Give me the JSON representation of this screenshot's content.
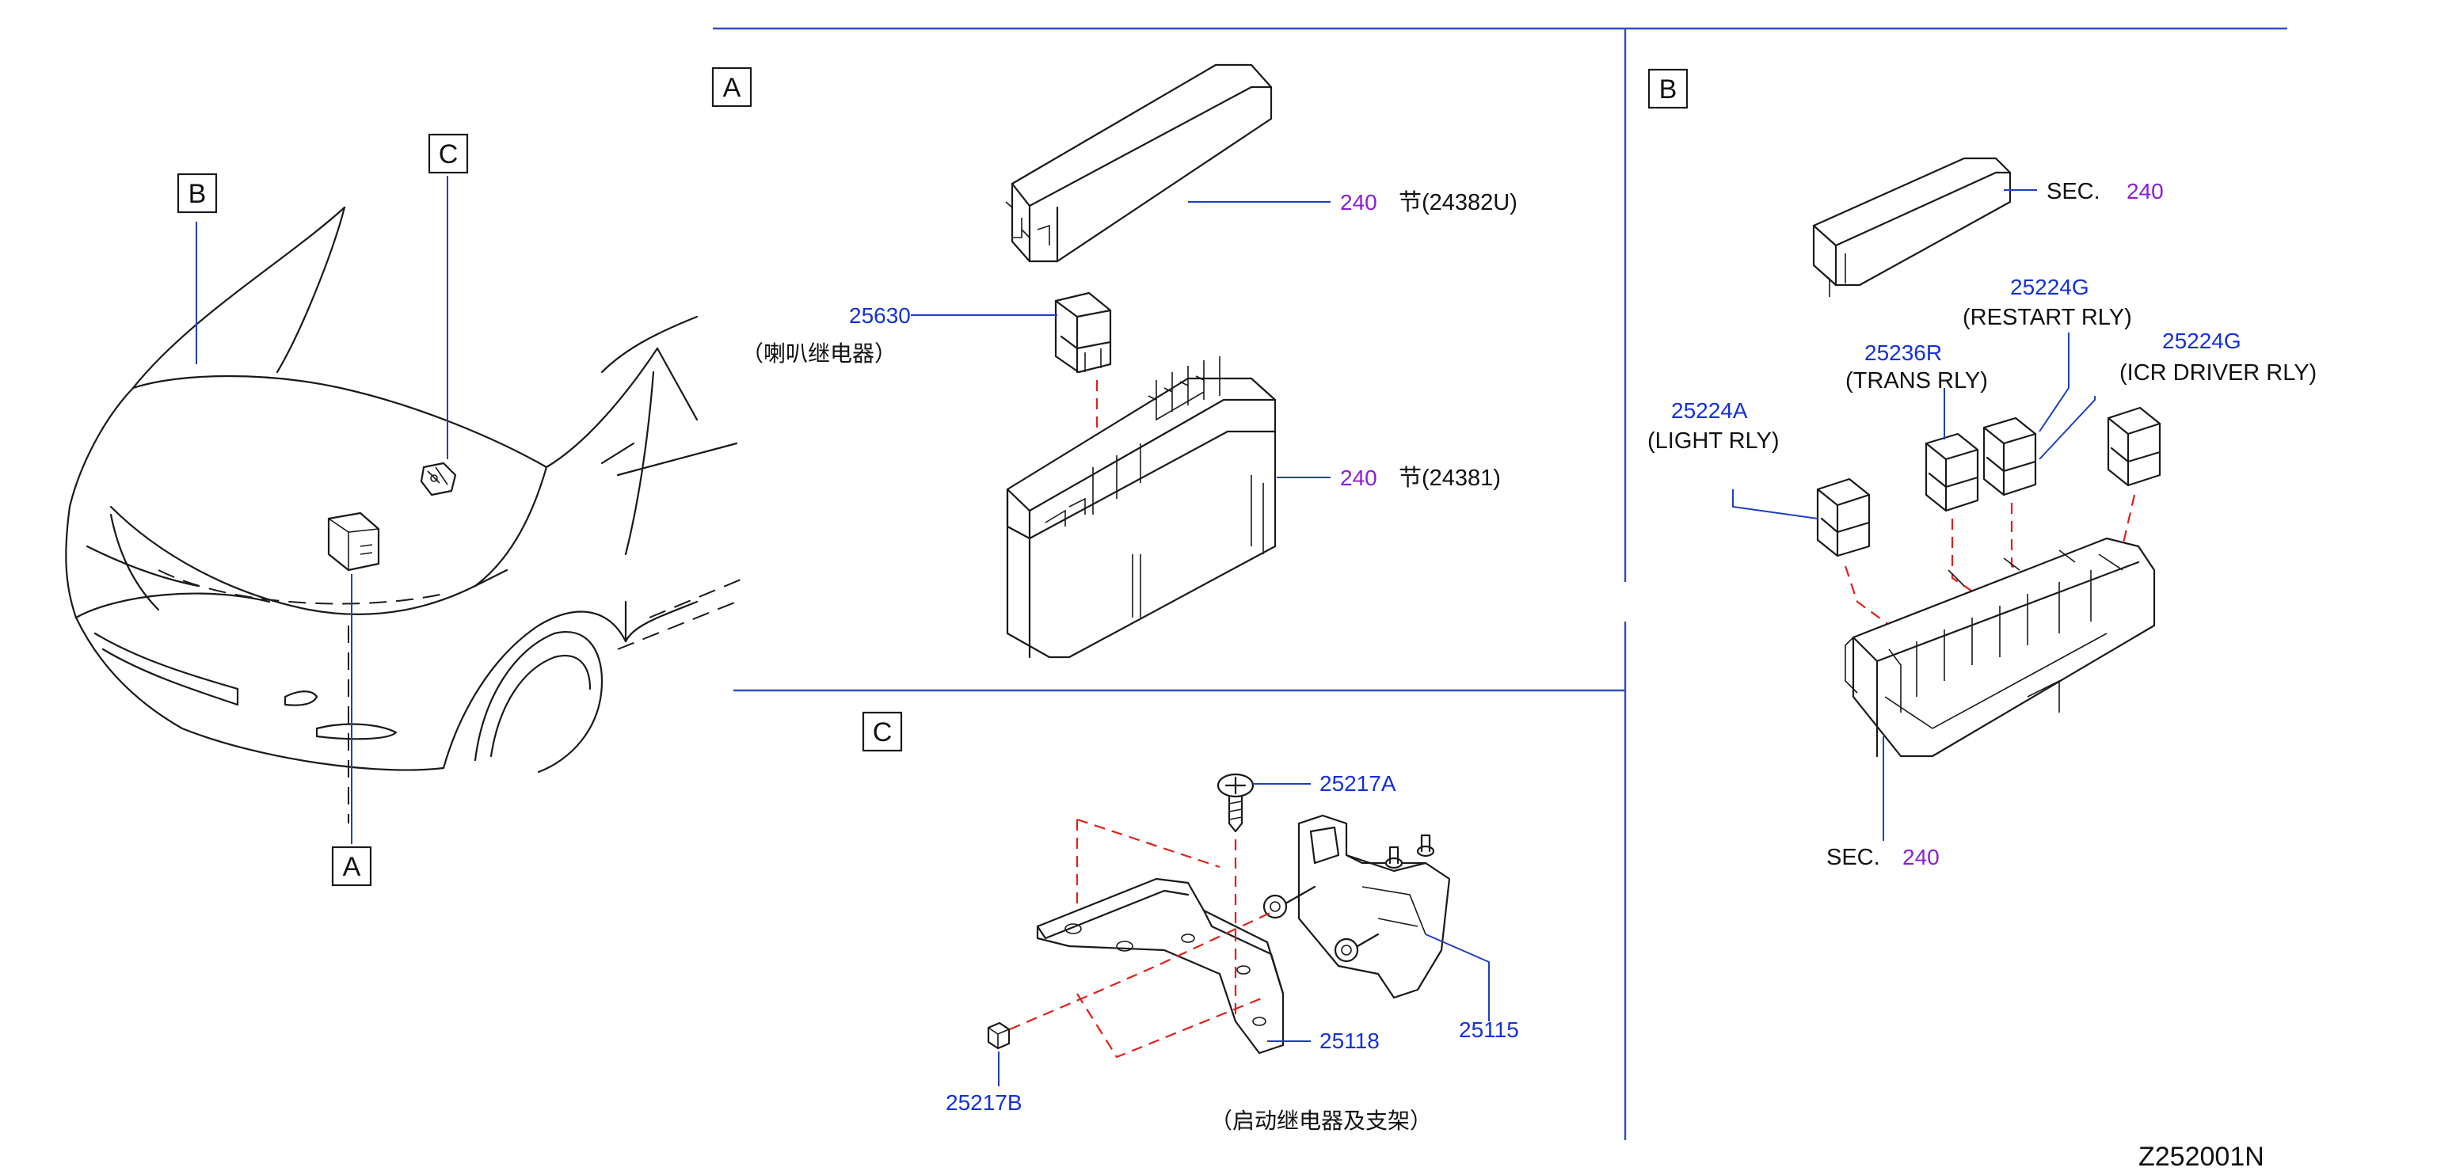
{
  "diagram_code": "Z252001N",
  "section_labels": {
    "a": "A",
    "b": "B",
    "c": "C"
  },
  "overview_callouts": {
    "a": "A",
    "b": "B",
    "c": "C"
  },
  "section_a": {
    "cover_ref": "240",
    "cover_note": "节(24382U)",
    "relay_part": "25630",
    "relay_desc": "（喇叭继电器）",
    "block_ref": "240",
    "block_note": "节(24381)"
  },
  "section_b": {
    "cover_sec_prefix": "SEC.",
    "cover_sec_num": "240",
    "restart_part": "25224G",
    "restart_name": "(RESTART   RLY)",
    "trans_part": "25236R",
    "trans_name": "(TRANS   RLY)",
    "icr_part": "25224G",
    "icr_name": "(ICR   DRIVER   RLY)",
    "light_part": "25224A",
    "light_name": "(LIGHT   RLY)",
    "block_sec_prefix": "SEC.",
    "block_sec_num": "240"
  },
  "section_c": {
    "bolt_part": "25217A",
    "relay_part": "25115",
    "bracket_part": "25118",
    "nut_part": "25217B",
    "caption": "（启动继电器及支架）"
  },
  "colors": {
    "part_number": "#1431d8",
    "section_ref": "#8a1ed6",
    "leader": "#1f3fbf",
    "alignment": "#e0201b",
    "separator": "#2f4fbf"
  }
}
